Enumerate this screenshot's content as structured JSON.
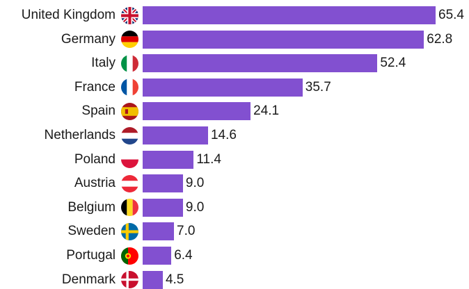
{
  "chart_data": {
    "type": "bar",
    "orientation": "horizontal",
    "categories": [
      "United Kingdom",
      "Germany",
      "Italy",
      "France",
      "Spain",
      "Netherlands",
      "Poland",
      "Austria",
      "Belgium",
      "Sweden",
      "Portugal",
      "Denmark"
    ],
    "values": [
      65.4,
      62.8,
      52.4,
      35.7,
      24.1,
      14.6,
      11.4,
      9.0,
      9.0,
      7.0,
      6.4,
      4.5
    ],
    "value_labels": [
      "65.4",
      "62.8",
      "52.4",
      "35.7",
      "24.1",
      "14.6",
      "11.4",
      "9.0",
      "9.0",
      "7.0",
      "6.4",
      "4.5"
    ],
    "flag_icons": [
      "uk-flag-icon",
      "germany-flag-icon",
      "italy-flag-icon",
      "france-flag-icon",
      "spain-flag-icon",
      "netherlands-flag-icon",
      "poland-flag-icon",
      "austria-flag-icon",
      "belgium-flag-icon",
      "sweden-flag-icon",
      "portugal-flag-icon",
      "denmark-flag-icon"
    ],
    "bar_color": "#8250d0",
    "title": "",
    "xlabel": "",
    "ylabel": "",
    "xlim": [
      0,
      65.4
    ],
    "grid": false,
    "legend": false
  }
}
